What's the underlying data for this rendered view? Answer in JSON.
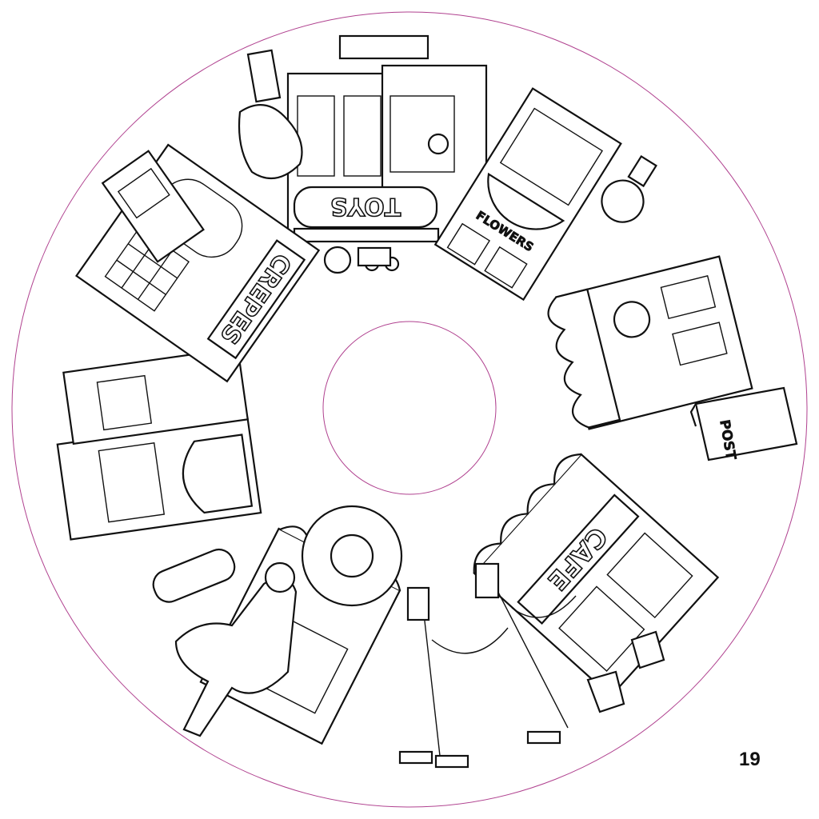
{
  "page": {
    "page_number": "19",
    "guide_color": "#b0418f",
    "line_color": "#111111"
  },
  "signs": {
    "toys": "TOYS",
    "flowers": "FLOWERS",
    "crepes": "CREPES",
    "cafe": "CAFE",
    "post": "POST"
  }
}
